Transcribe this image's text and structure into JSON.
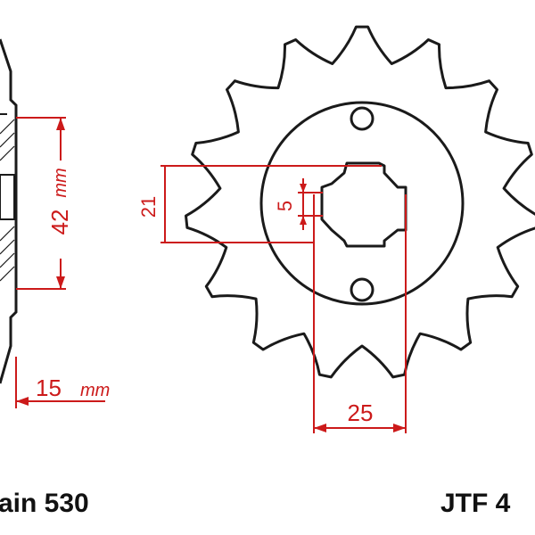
{
  "dimensions": {
    "bore_width": "42",
    "bore_width_unit": "mm",
    "sprocket_width": "15",
    "sprocket_width_unit": "mm",
    "inner_height": "21",
    "spline_depth": "5",
    "spline_width": "25"
  },
  "labels": {
    "chain": "ain 530",
    "part_number": "JTF 4"
  },
  "colors": {
    "outline": "#1a1a1a",
    "dimension": "#cc1a1a",
    "background": "#ffffff"
  },
  "sprocket": {
    "teeth": 15
  }
}
